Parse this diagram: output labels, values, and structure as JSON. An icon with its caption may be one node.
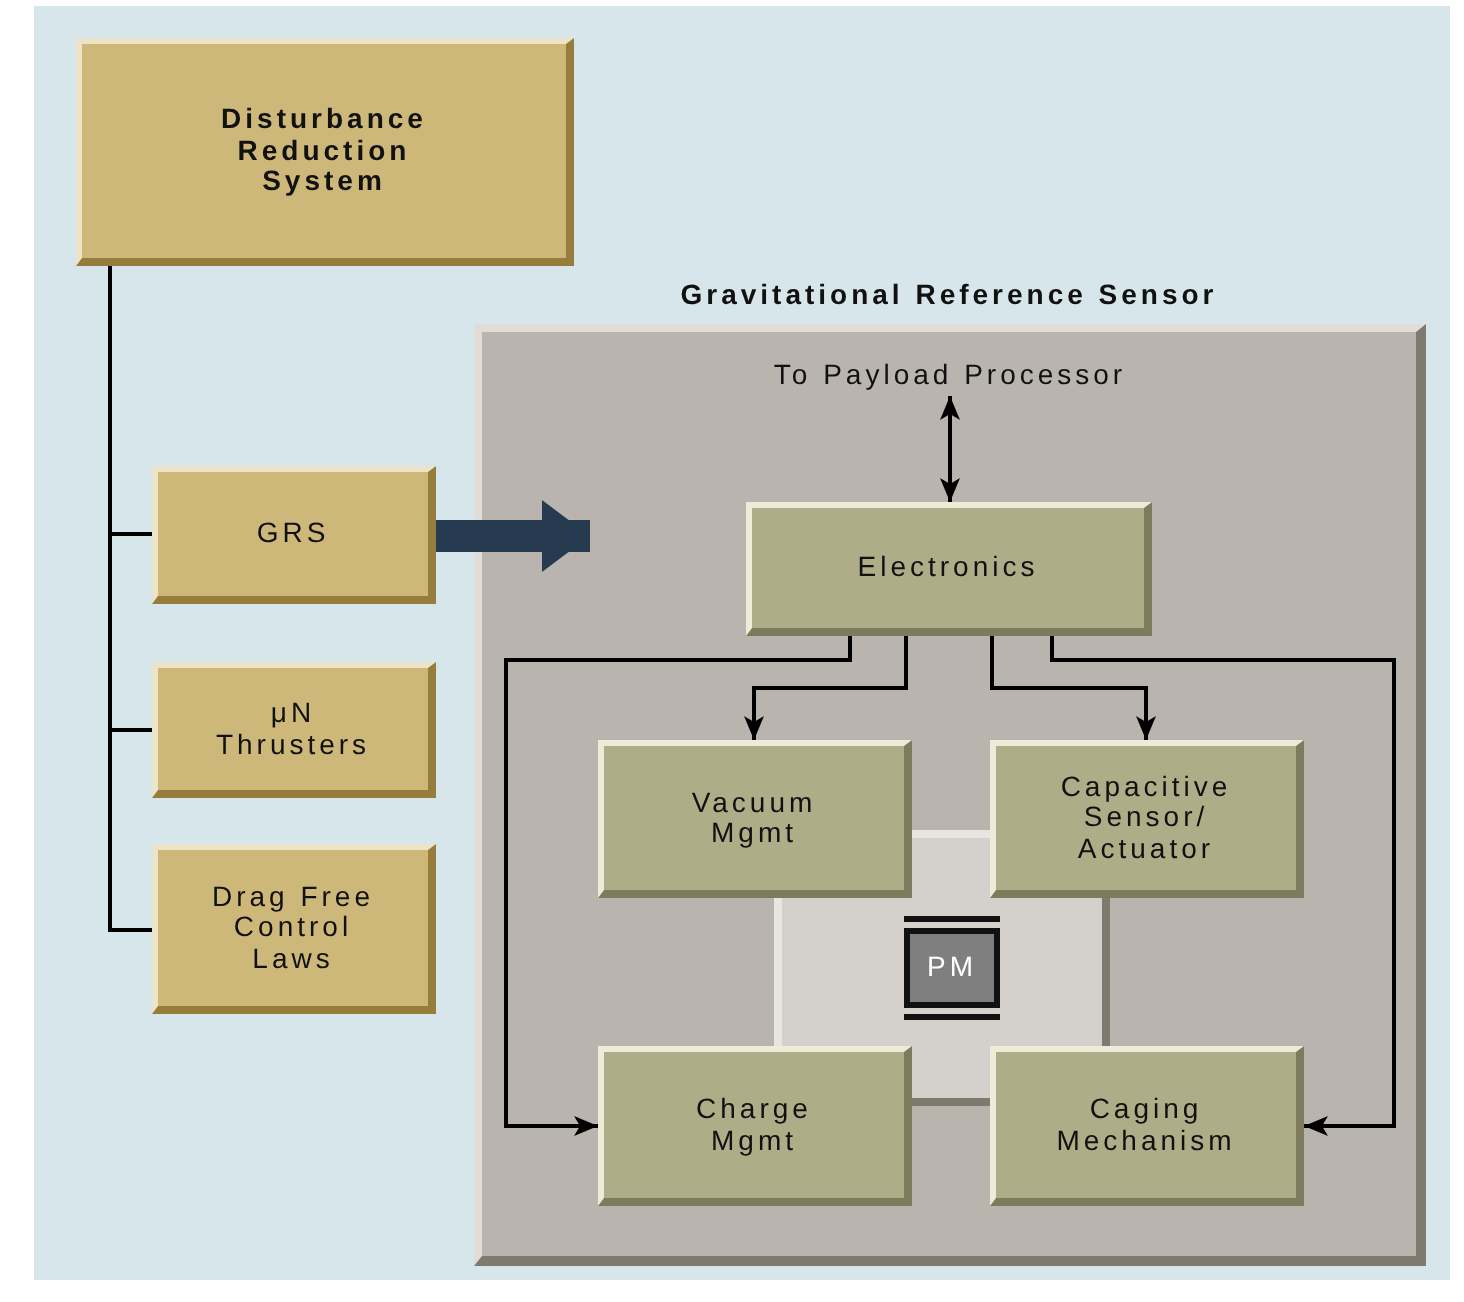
{
  "diagram": {
    "nodes": [
      {
        "text": [
          "Disturbance Reduction System"
        ]
      },
      {
        "text": [
          "GRS"
        ]
      },
      {
        "text": [
          "μN Thrusters"
        ]
      },
      {
        "text": [
          "Drag Free Control Laws"
        ]
      },
      {
        "text": [
          "Gravitational Reference Sensor"
        ]
      },
      {
        "text": [
          "To Payload Processor"
        ],
        "in": 4
      },
      {
        "text": [
          "Electronics"
        ],
        "in": 4
      },
      {
        "text": [
          "Vacuum Mgmt"
        ],
        "in": 4
      },
      {
        "text": [
          "Capacitive Sensor/ Actuator"
        ],
        "in": 4
      },
      {
        "text": [
          "PM"
        ],
        "in": 4
      },
      {
        "text": [
          "Charge Mgmt"
        ],
        "in": 4
      },
      {
        "text": [
          "Caging Mechanism"
        ],
        "in": 4
      }
    ],
    "edges": [
      {
        "from": 0,
        "to": 1,
        "arrow": "none"
      },
      {
        "from": 0,
        "to": 2,
        "arrow": "none"
      },
      {
        "from": 0,
        "to": 3,
        "arrow": "none"
      },
      {
        "from": 1,
        "to": 4,
        "arrow": "to",
        "style": "thick",
        "color": "#263b4f"
      },
      {
        "from": 6,
        "to": 5,
        "arrow": "both"
      },
      {
        "from": 6,
        "to": 7,
        "arrow": "to"
      },
      {
        "from": 6,
        "to": 8,
        "arrow": "to"
      },
      {
        "from": 6,
        "to": 10,
        "arrow": "to"
      },
      {
        "from": 6,
        "to": 11,
        "arrow": "to"
      }
    ]
  }
}
